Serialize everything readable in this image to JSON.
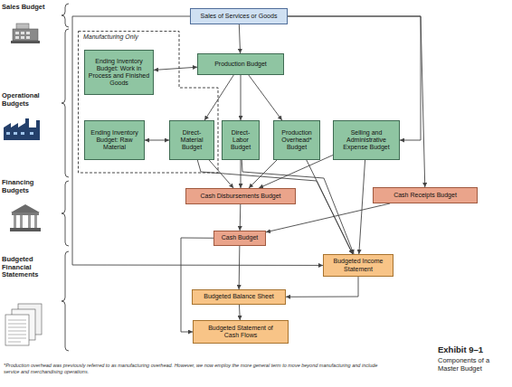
{
  "diagram": {
    "caption": "Components of a Master Budget",
    "nodes": [
      {
        "text": [
          "Sales of Services or Goods"
        ]
      },
      {
        "text": [
          "Manufacturing Only"
        ]
      },
      {
        "text": [
          "Ending Inventory Budget: Work in Process and Finished Goods"
        ],
        "in": 1
      },
      {
        "text": [
          "Production Budget"
        ]
      },
      {
        "text": [
          "Ending Inventory Budget: Raw Material"
        ],
        "in": 1
      },
      {
        "text": [
          "Direct-Material Budget"
        ],
        "in": 1
      },
      {
        "text": [
          "Direct-Labor Budget"
        ]
      },
      {
        "text": [
          "Production Overhead* Budget"
        ]
      },
      {
        "text": [
          "Selling and Administrative Expense Budget"
        ]
      },
      {
        "text": [
          "Cash Disbursements Budget"
        ]
      },
      {
        "text": [
          "Cash Receipts Budget"
        ]
      },
      {
        "text": [
          "Cash Budget"
        ]
      },
      {
        "text": [
          "Budgeted Income Statement"
        ]
      },
      {
        "text": [
          "Budgeted Balance Sheet"
        ]
      },
      {
        "text": [
          "Budgeted Statement of Cash Flows"
        ]
      }
    ],
    "edges": [
      {
        "from": 0,
        "to": 3,
        "arrow": "to"
      },
      {
        "from": 0,
        "to": 8,
        "arrow": "to"
      },
      {
        "from": 0,
        "to": 10,
        "arrow": "to"
      },
      {
        "from": 0,
        "to": 12,
        "arrow": "to"
      },
      {
        "from": 3,
        "to": 2,
        "arrow": "both"
      },
      {
        "from": 3,
        "to": 5,
        "arrow": "to"
      },
      {
        "from": 3,
        "to": 6,
        "arrow": "to"
      },
      {
        "from": 3,
        "to": 7,
        "arrow": "to"
      },
      {
        "from": 4,
        "to": 5,
        "arrow": "both"
      },
      {
        "from": 5,
        "to": 9,
        "arrow": "to"
      },
      {
        "from": 6,
        "to": 9,
        "arrow": "to"
      },
      {
        "from": 7,
        "to": 9,
        "arrow": "to"
      },
      {
        "from": 8,
        "to": 9,
        "arrow": "to"
      },
      {
        "from": 5,
        "to": 12,
        "arrow": "to"
      },
      {
        "from": 6,
        "to": 12,
        "arrow": "to"
      },
      {
        "from": 7,
        "to": 12,
        "arrow": "to"
      },
      {
        "from": 8,
        "to": 12,
        "arrow": "to"
      },
      {
        "from": 10,
        "to": 11,
        "arrow": "to"
      },
      {
        "from": 9,
        "to": 11,
        "arrow": "to"
      },
      {
        "from": 11,
        "to": 13,
        "arrow": "to"
      },
      {
        "from": 11,
        "to": 14,
        "arrow": "to"
      },
      {
        "from": 12,
        "to": 13,
        "arrow": "to"
      },
      {
        "from": 13,
        "to": 14,
        "arrow": "to"
      }
    ],
    "labels": [
      "Sales Budget",
      "Operational Budgets",
      "Financing Budgets",
      "Budgeted Financial Statements",
      "Exhibit 9–1",
      "*Production overhead was previously referred to as manufacturing overhead. However, we now employ the more general term to move beyond manufacturing and include service and merchandising operations."
    ]
  }
}
